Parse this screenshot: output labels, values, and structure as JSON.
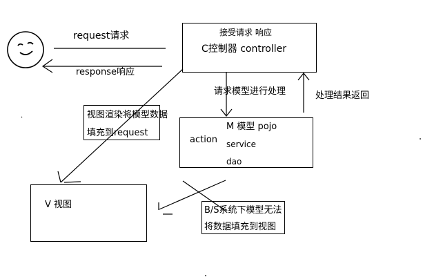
{
  "user": {
    "icon": "smiley-face-icon"
  },
  "arrows": {
    "request": "request请求",
    "response": "response响应",
    "model_request": "请求模型进行处理",
    "model_result": "处理结果返回",
    "render": [
      "视图渲染将模型数据",
      "填充到request"
    ]
  },
  "controller": {
    "title": "接受请求 响应",
    "name": "C控制器 controller"
  },
  "model": {
    "side_label": "action",
    "title": "M 模型 pojo",
    "service": "service",
    "dao": "dao"
  },
  "view": {
    "name": "V 视图"
  },
  "bs_note": [
    "B/S系统下模型无法",
    "将数据填充到视图"
  ]
}
